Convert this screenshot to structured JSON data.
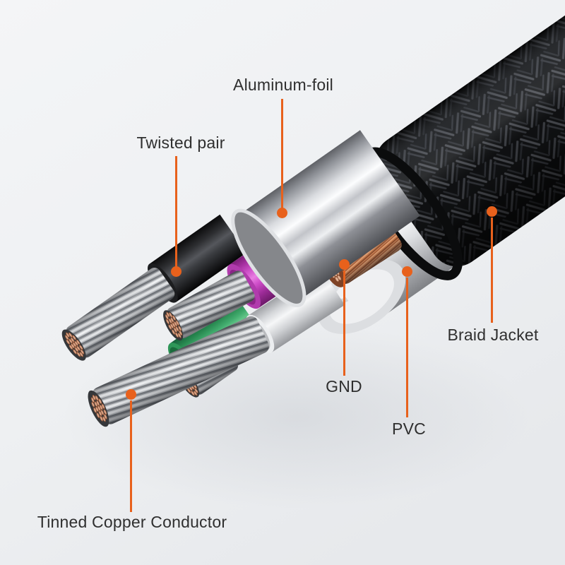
{
  "figure": {
    "subject": "Braided cable cutaway anatomy diagram"
  },
  "colors": {
    "accent": "#E8611C",
    "label_text": "#2f2f2f",
    "background": "#eff1f3"
  },
  "callouts": [
    {
      "id": "aluminum-foil",
      "label": "Aluminum-foil"
    },
    {
      "id": "twisted-pair",
      "label": "Twisted pair"
    },
    {
      "id": "braid-jacket",
      "label": "Braid Jacket"
    },
    {
      "id": "gnd",
      "label": "GND"
    },
    {
      "id": "pvc",
      "label": "PVC"
    },
    {
      "id": "tinned-copper-conductor",
      "label": "Tinned Copper Conductor"
    }
  ],
  "illustration": {
    "parts": [
      {
        "name": "braid jacket",
        "color": "#0c0d0e"
      },
      {
        "name": "pvc inner jacket",
        "color": "#d9dbde"
      },
      {
        "name": "aluminum foil shield",
        "color": "#c9cbd0"
      },
      {
        "name": "gnd copper wire",
        "color": "#c57a4e"
      },
      {
        "name": "black wire jacket",
        "color": "#1a1b1d"
      },
      {
        "name": "magenta wire jacket",
        "color": "#c44dbf"
      },
      {
        "name": "green wire jacket",
        "color": "#2e9658"
      },
      {
        "name": "white wire jacket",
        "color": "#eceef0"
      },
      {
        "name": "tinned copper conductor",
        "color": "#c0c3c7"
      }
    ]
  }
}
